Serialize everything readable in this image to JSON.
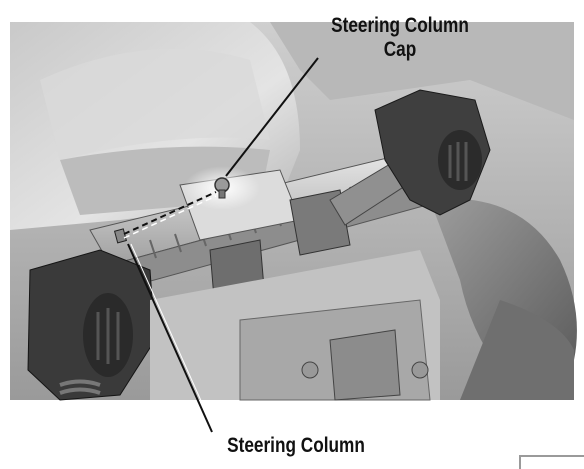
{
  "labels": {
    "steering_column_cap": [
      "Steering Column",
      "Cap"
    ],
    "steering_column": "Steering Column"
  },
  "colors": {
    "background": "#ffffff",
    "illustration_dark": "#2b2b2b",
    "illustration_mid": "#8a8a8a",
    "illustration_light": "#d4d4d4",
    "leader_line": "#111111"
  }
}
